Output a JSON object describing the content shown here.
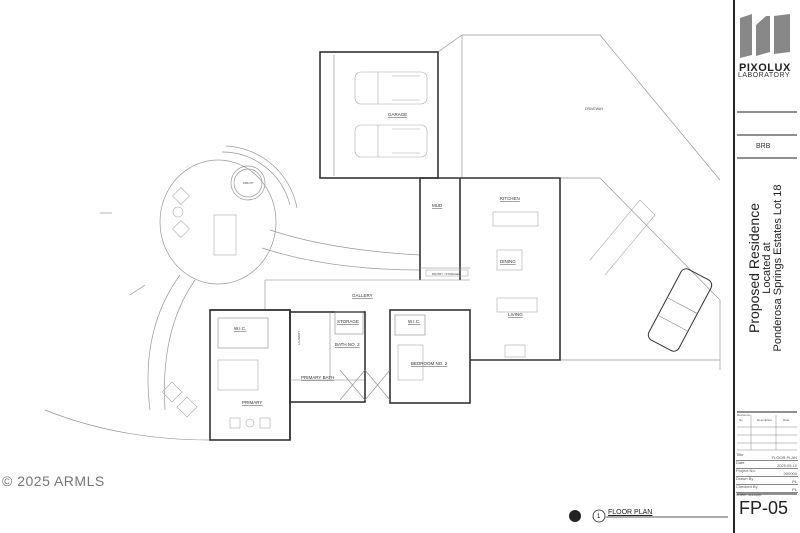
{
  "copyright": "© 2025 ARMLS",
  "site_labels": {
    "driveway": "DRIVEWAY",
    "fire_pit": "FIRE PIT"
  },
  "rooms": {
    "garage": "GARAGE",
    "mud": "MUD",
    "kitchen": "KITCHEN",
    "dining": "DINING",
    "living": "LIVING",
    "gallery": "GALLERY",
    "pantry": "PANTRY / STORAGE",
    "wic_primary": "W.I.C.",
    "wic_bed2": "W.I.C.",
    "storage": "STORAGE",
    "laundry": "LAUNDRY",
    "bath2": "BATH NO. 2",
    "primary_bath": "PRIMARY BATH",
    "bedroom2": "BEDROOM NO. 2",
    "primary": "PRIMARY"
  },
  "drawing": {
    "title": "FLOOR PLAN",
    "number": "1"
  },
  "title_block": {
    "firm_line1": "PIXOLUX",
    "firm_line2": "LABORATORY",
    "initials": "BRB",
    "project_title": "Proposed Residence",
    "project_located": "Located at",
    "project_site": "Ponderosa Springs Estates Lot 18",
    "revisions_header": "Revisions",
    "rev_columns": [
      "No.",
      "Description",
      "Date"
    ],
    "fields": [
      {
        "label": "Title",
        "value": "FLOOR PLAN"
      },
      {
        "label": "Date",
        "value": "2025.05.10"
      },
      {
        "label": "Project No.",
        "value": "000000"
      },
      {
        "label": "Drawn By",
        "value": "PL"
      },
      {
        "label": "Checked By",
        "value": "PL"
      },
      {
        "label": "Sheet Number",
        "value": ""
      }
    ],
    "sheet_number": "FP-05"
  }
}
